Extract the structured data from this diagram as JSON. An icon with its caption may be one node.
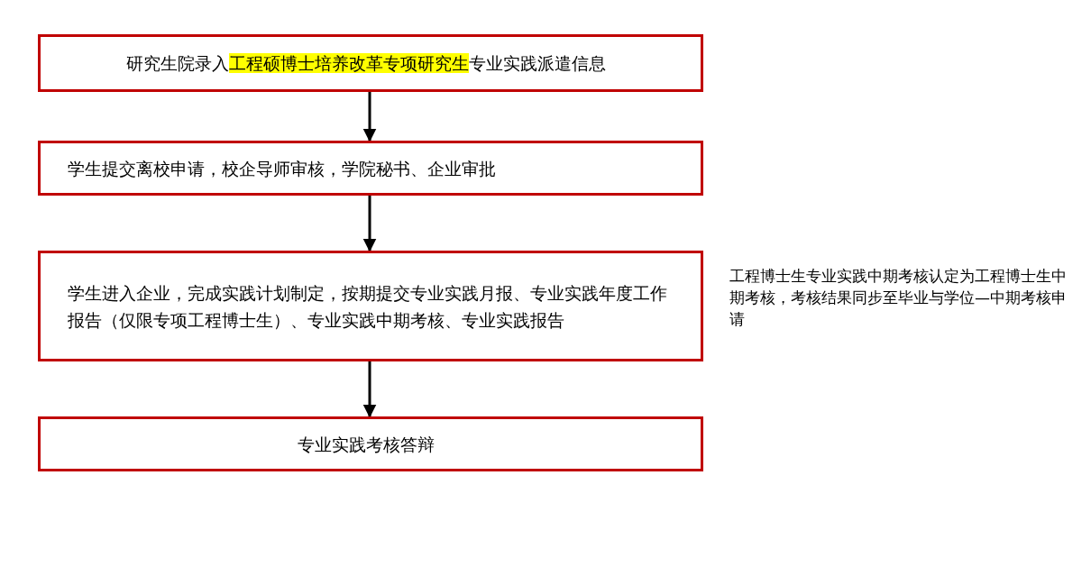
{
  "diagram": {
    "nodes": [
      {
        "text": [
          "研究生院录入**工程硕博士培养改革专项研究生**专业实践派遣信息"
        ]
      },
      {
        "text": [
          "学生提交离校申请，校企导师审核，学院秘书、企业审批"
        ]
      },
      {
        "text": [
          "学生进入企业，完成实践计划制定，按期提交专业实践月报、专业实践年度工作报告（仅限专项工程博士生）、专业实践中期考核、专业实践报告"
        ]
      },
      {
        "text": [
          "专业实践考核答辩"
        ]
      }
    ],
    "edges": [
      {
        "from": 0,
        "to": 1,
        "arrow": "to"
      },
      {
        "from": 1,
        "to": 2,
        "arrow": "to"
      },
      {
        "from": 2,
        "to": 3,
        "arrow": "to"
      }
    ],
    "labels": [
      "工程博士生专业实践中期考核认定为工程博士生中期考核，考核结果同步至毕业与学位—中期考核申请"
    ]
  }
}
